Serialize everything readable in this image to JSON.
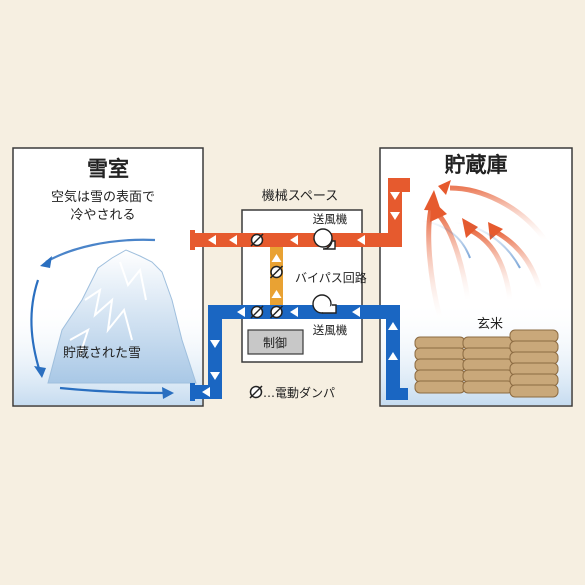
{
  "snow_room": {
    "title": "雪室",
    "description_line1": "空気は雪の表面で",
    "description_line2": "冷やされる",
    "snow_label": "貯蔵された雪"
  },
  "storage": {
    "title": "貯蔵庫",
    "rice_label": "玄米"
  },
  "machine": {
    "title": "機械スペース",
    "fan_top_label": "送風機",
    "fan_bottom_label": "送風機",
    "bypass_label": "バイパス回路",
    "control_label": "制御"
  },
  "legend": {
    "damper_label": "…電動ダンパ"
  },
  "colors": {
    "background": "#f6efe1",
    "warm_duct": "#e65a2e",
    "cold_duct": "#1a66c2",
    "bypass_duct": "#e9a233",
    "room_border": "#3a3a3a",
    "snow": "#d9e8f5",
    "rice_bag": "#c9a87a"
  },
  "icons": [
    "damper-icon",
    "fan-icon",
    "arrow-icon",
    "snow-pile-icon",
    "rice-bag-icon"
  ]
}
